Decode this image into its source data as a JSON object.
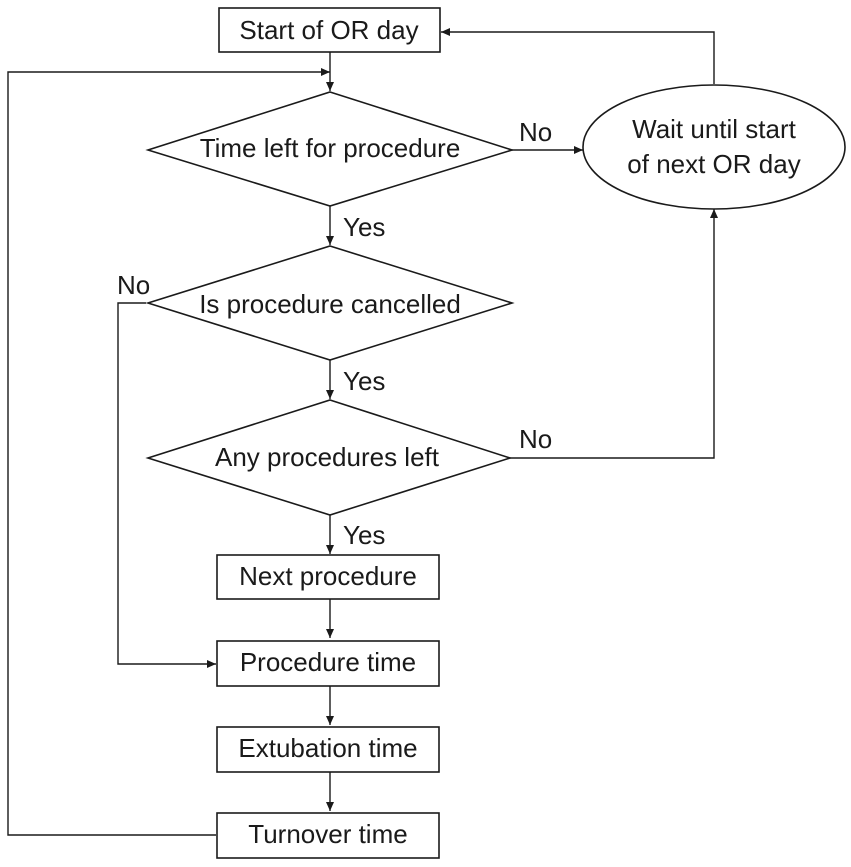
{
  "nodes": {
    "start": "Start of OR day",
    "time_left": "Time left for procedure",
    "wait": [
      "Wait until start",
      "of next OR day"
    ],
    "cancelled": "Is procedure cancelled",
    "any_left": "Any procedures left",
    "next_proc": "Next procedure",
    "proc_time": "Procedure time",
    "extubation": "Extubation time",
    "turnover": "Turnover time"
  },
  "edge_labels": {
    "time_left_no": "No",
    "time_left_yes": "Yes",
    "cancelled_no": "No",
    "cancelled_yes": "Yes",
    "any_left_no": "No",
    "any_left_yes": "Yes"
  }
}
